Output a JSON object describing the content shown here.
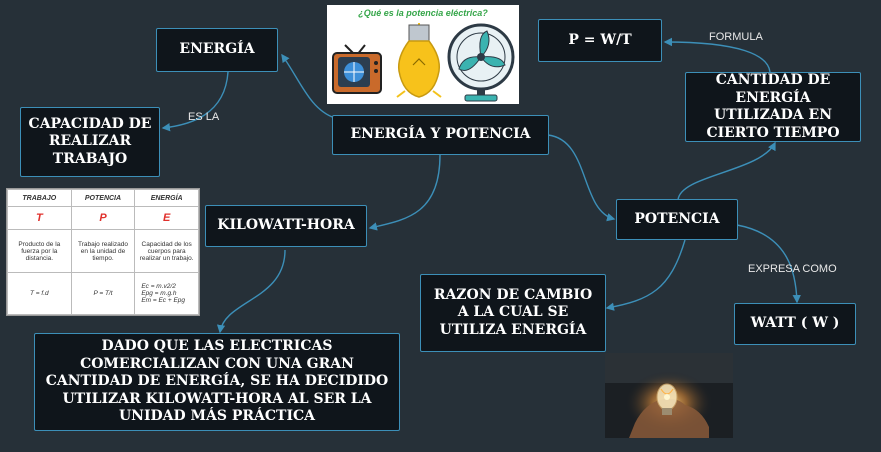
{
  "nodes": {
    "energia_potencia": "ENERGÍA Y POTENCIA",
    "energia": "ENERGÍA",
    "capacidad": "CAPACIDAD DE REALIZAR TRABAJO",
    "kilowatt_hora": "KILOWATT-HORA",
    "dado_que": "DADO QUE LAS ELECTRICAS COMERCIALIZAN CON UNA GRAN CANTIDAD DE ENERGÍA, SE HA DECIDIDO UTILIZAR KILOWATT-HORA AL SER LA UNIDAD MÁS PRÁCTICA",
    "potencia": "POTENCIA",
    "cantidad": "CANTIDAD DE ENERGÍA UTILIZADA EN CIERTO TIEMPO",
    "formula": "P = W/T",
    "razon": "RAZON DE CAMBIO A LA CUAL SE UTILIZA ENERGÍA",
    "watt": "WATT ( W )"
  },
  "edge_labels": {
    "es_la": "ES LA",
    "formula": "FORMULA",
    "expresa_como": "EXPRESA COMO"
  },
  "table": {
    "headers": [
      "TRABAJO",
      "POTENCIA",
      "ENERGÍA"
    ],
    "symbols": [
      "T",
      "P",
      "E"
    ],
    "descriptions": [
      "Producto de la fuerza por la distancia.",
      "Trabajo realizado en la unidad de tiempo.",
      "Capacidad de los cuerpos para realizar un trabajo."
    ],
    "formulas": {
      "trabajo": "T = f.d",
      "potencia": "P = T/t",
      "energia": [
        "Ec = m.v2/2",
        "Epg = m.g.h",
        "Em = Ec + Epg"
      ]
    }
  },
  "image_top": {
    "caption": "¿Qué es la potencia eléctrica?",
    "icons": [
      "tv-icon",
      "lightbulb-icon",
      "fan-icon"
    ]
  },
  "image_bottom": {
    "icon": "hands-holding-lightbulb-photo"
  },
  "colors": {
    "background": "#263038",
    "node_fill": "#0f151b",
    "node_border": "#3c8fb8",
    "link": "#3c8fb8",
    "table_symbol": "#e0302c",
    "caption": "#36a64a"
  }
}
